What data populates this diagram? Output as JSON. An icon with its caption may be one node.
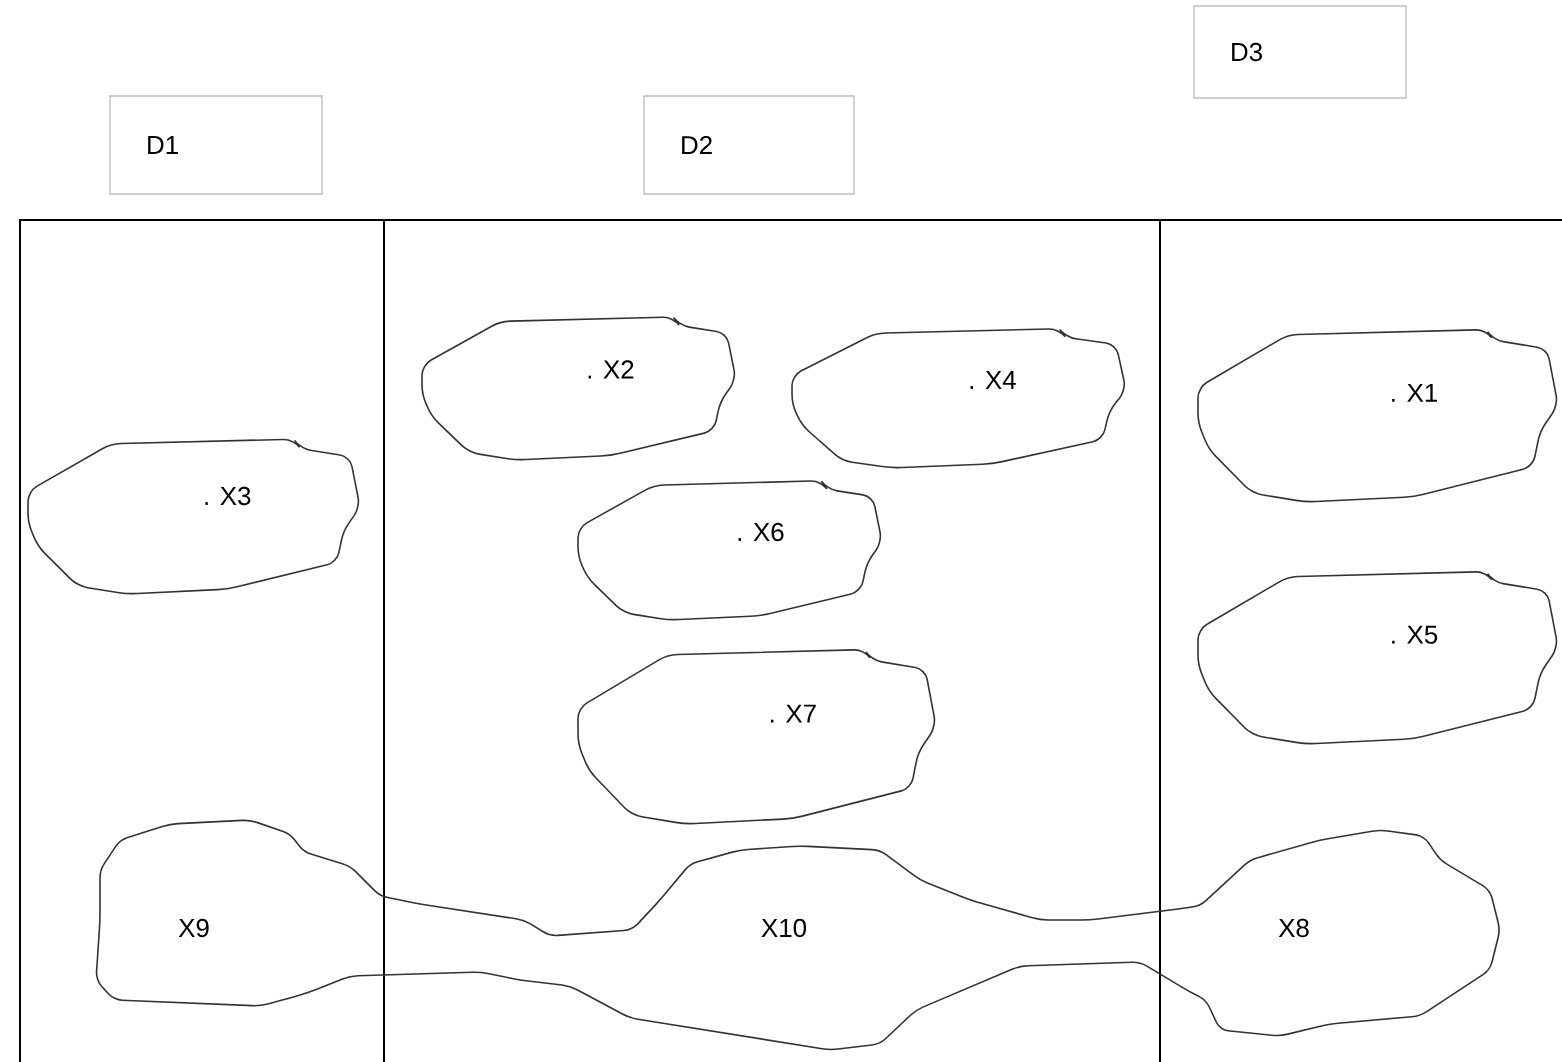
{
  "diagram": {
    "nodes": [
      {
        "text": [
          "D1"
        ]
      },
      {
        "text": [
          "D2"
        ]
      },
      {
        "text": [
          "D3"
        ]
      },
      {
        "text": [
          ". X3"
        ]
      },
      {
        "text": [
          ". X2"
        ]
      },
      {
        "text": [
          ". X4"
        ]
      },
      {
        "text": [
          ". X6"
        ]
      },
      {
        "text": [
          ". X7"
        ]
      },
      {
        "text": [
          ". X1"
        ]
      },
      {
        "text": [
          ". X5"
        ]
      },
      {
        "text": [
          "X9",
          "X10",
          "X8"
        ]
      }
    ]
  }
}
